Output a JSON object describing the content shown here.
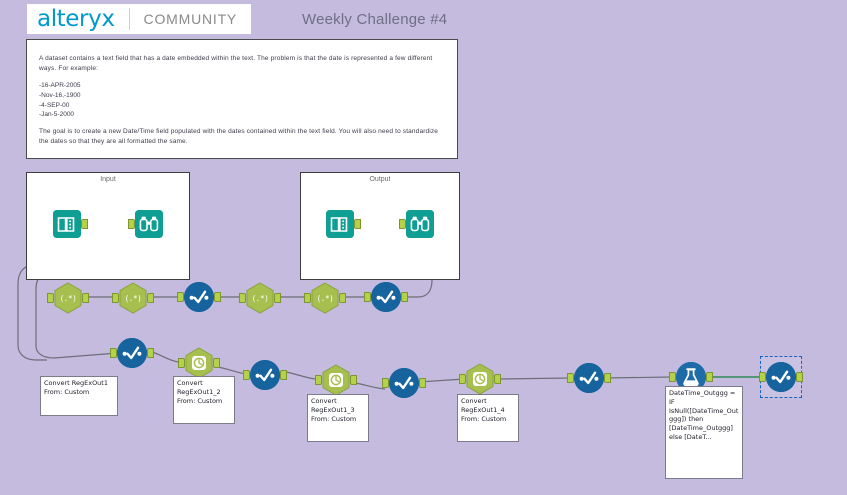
{
  "header": {
    "logo_primary": "alteryx",
    "logo_secondary": "COMMUNITY",
    "challenge_title": "Weekly Challenge #4"
  },
  "description": {
    "paragraph1": "A dataset contains a text field that has a date embedded within the text. The problem is that the date is represented a few different ways. For example:",
    "examples": [
      "-16-APR-2005",
      "-Nov-16,-1900",
      "-4-SEP-00",
      "-Jan-5-2000"
    ],
    "paragraph2": "The goal is to create a new Date/Time field populated with the dates contained within the text field. You will also need to standardize the dates so that they are all formatted the same."
  },
  "canvas": {
    "containers": [
      {
        "title": "Input"
      },
      {
        "title": "Output"
      }
    ],
    "tools": [
      {
        "id": "text-input-1",
        "type": "text-input",
        "icon": "book-icon",
        "container": "Input"
      },
      {
        "id": "browse-1",
        "type": "browse",
        "icon": "binoculars-icon",
        "container": "Input"
      },
      {
        "id": "text-input-2",
        "type": "text-input",
        "icon": "book-icon",
        "container": "Output"
      },
      {
        "id": "browse-2",
        "type": "browse",
        "icon": "binoculars-icon",
        "container": "Output"
      },
      {
        "id": "regex-1",
        "type": "regex",
        "icon": "regex-icon",
        "label": "(.*)"
      },
      {
        "id": "regex-2",
        "type": "regex",
        "icon": "regex-icon",
        "label": "(.*)"
      },
      {
        "id": "select-1",
        "type": "select",
        "icon": "select-icon"
      },
      {
        "id": "regex-3",
        "type": "regex",
        "icon": "regex-icon",
        "label": "(.*)"
      },
      {
        "id": "regex-4",
        "type": "regex",
        "icon": "regex-icon",
        "label": "(.*)"
      },
      {
        "id": "select-2",
        "type": "select",
        "icon": "select-icon"
      },
      {
        "id": "select-3",
        "type": "select",
        "icon": "select-icon"
      },
      {
        "id": "datetime-1",
        "type": "datetime",
        "icon": "clock-icon"
      },
      {
        "id": "select-4",
        "type": "select",
        "icon": "select-icon"
      },
      {
        "id": "datetime-2",
        "type": "datetime",
        "icon": "clock-icon"
      },
      {
        "id": "select-5",
        "type": "select",
        "icon": "select-icon"
      },
      {
        "id": "datetime-3",
        "type": "datetime",
        "icon": "clock-icon"
      },
      {
        "id": "select-6",
        "type": "select",
        "icon": "select-icon"
      },
      {
        "id": "formula-1",
        "type": "formula",
        "icon": "flask-icon"
      },
      {
        "id": "select-7",
        "type": "select",
        "icon": "select-icon",
        "selected": true
      }
    ],
    "annotations": [
      {
        "id": "anno-1",
        "text": "Convert RegExOut1 From: Custom"
      },
      {
        "id": "anno-2",
        "text": "Convert RegExOut1_2 From: Custom"
      },
      {
        "id": "anno-3",
        "text": "Convert RegExOut1_3 From: Custom"
      },
      {
        "id": "anno-4",
        "text": "Convert RegExOut1_4 From: Custom"
      },
      {
        "id": "anno-5",
        "text": "DateTime_Outggg = IF IsNull([DateTime_Outggg]) then [DateTime_Outggg] else [DateT..."
      }
    ]
  },
  "colors": {
    "background": "#c4bbdf",
    "brand_blue": "#0099cc",
    "tool_regex_green": "#a6bf4e",
    "tool_select_blue": "#16639e",
    "tool_teal": "#0f9e93",
    "anchor_green": "#b5d14a",
    "selection_blue": "#1464c8"
  }
}
